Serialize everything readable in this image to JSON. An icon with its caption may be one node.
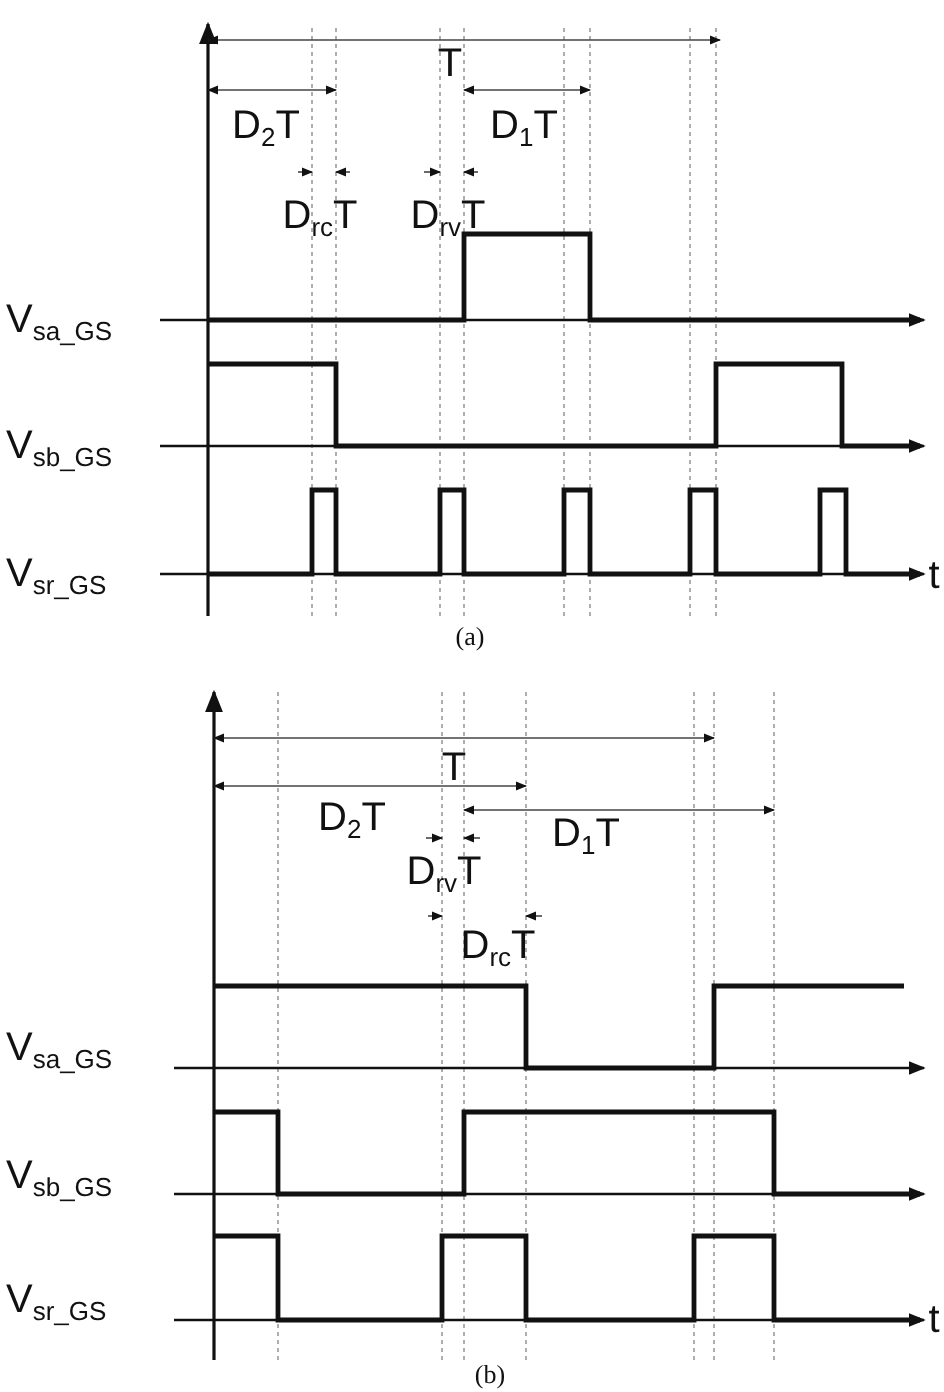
{
  "diagram": {
    "labels": [
      "T",
      "D$_{2}$T",
      "D$_{1}$T",
      "D$_{rc}$T",
      "D$_{rv}$T",
      "V$_{sa_GS}$",
      "V$_{sb_GS}$",
      "V$_{sr_GS}$",
      "t",
      "(a)",
      "T",
      "D$_{2}$T",
      "D$_{1}$T",
      "D$_{rv}$T",
      "D$_{rc}$T",
      "V$_{sa_GS}$",
      "V$_{sb_GS}$",
      "V$_{sr_GS}$",
      "t",
      "(b)"
    ]
  }
}
